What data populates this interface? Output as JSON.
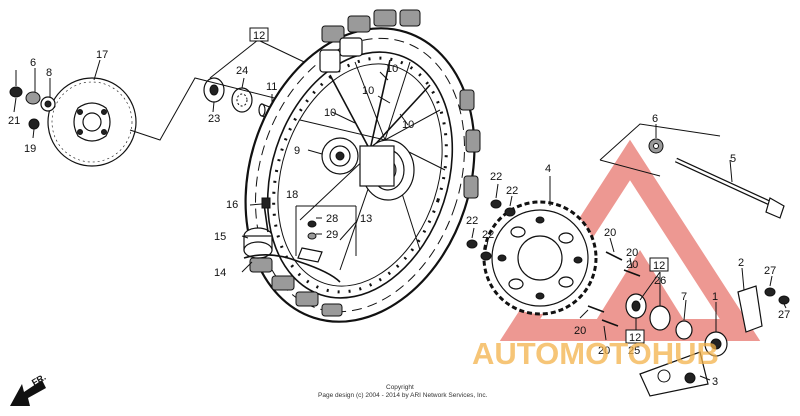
{
  "diagram": {
    "callouts": {
      "p1": "1",
      "p2": "2",
      "p3": "3",
      "p4": "4",
      "p5": "5",
      "p6a": "6",
      "p6b": "6",
      "p7": "7",
      "p8": "8",
      "p9": "9",
      "p10a": "10",
      "p10b": "10",
      "p10c": "10",
      "p10d": "10",
      "p11": "11",
      "p13": "13",
      "p14": "14",
      "p15": "15",
      "p16": "16",
      "p17": "17",
      "p18": "18",
      "p19": "19",
      "p20a": "20",
      "p20b": "20",
      "p20c": "20",
      "p20d": "20",
      "p20e": "20",
      "p21": "21",
      "p22a": "22",
      "p22b": "22",
      "p22c": "22",
      "p22d": "22",
      "p23": "23",
      "p24": "24",
      "p25": "25",
      "p26": "26",
      "p27a": "27",
      "p27b": "27",
      "p28": "28",
      "p29": "29"
    },
    "boxed": {
      "b12a": "12",
      "b12b": "12",
      "b12c": "12"
    },
    "direction_label": "FR.",
    "copyright_line1": "Copyright",
    "copyright_line2": "Page design (c) 2004 - 2014 by ARI Network Services, Inc."
  },
  "watermark": {
    "text": "AUTOMOTOHUB",
    "color_red": "#e0443a",
    "color_yellow": "#f3b24a"
  }
}
